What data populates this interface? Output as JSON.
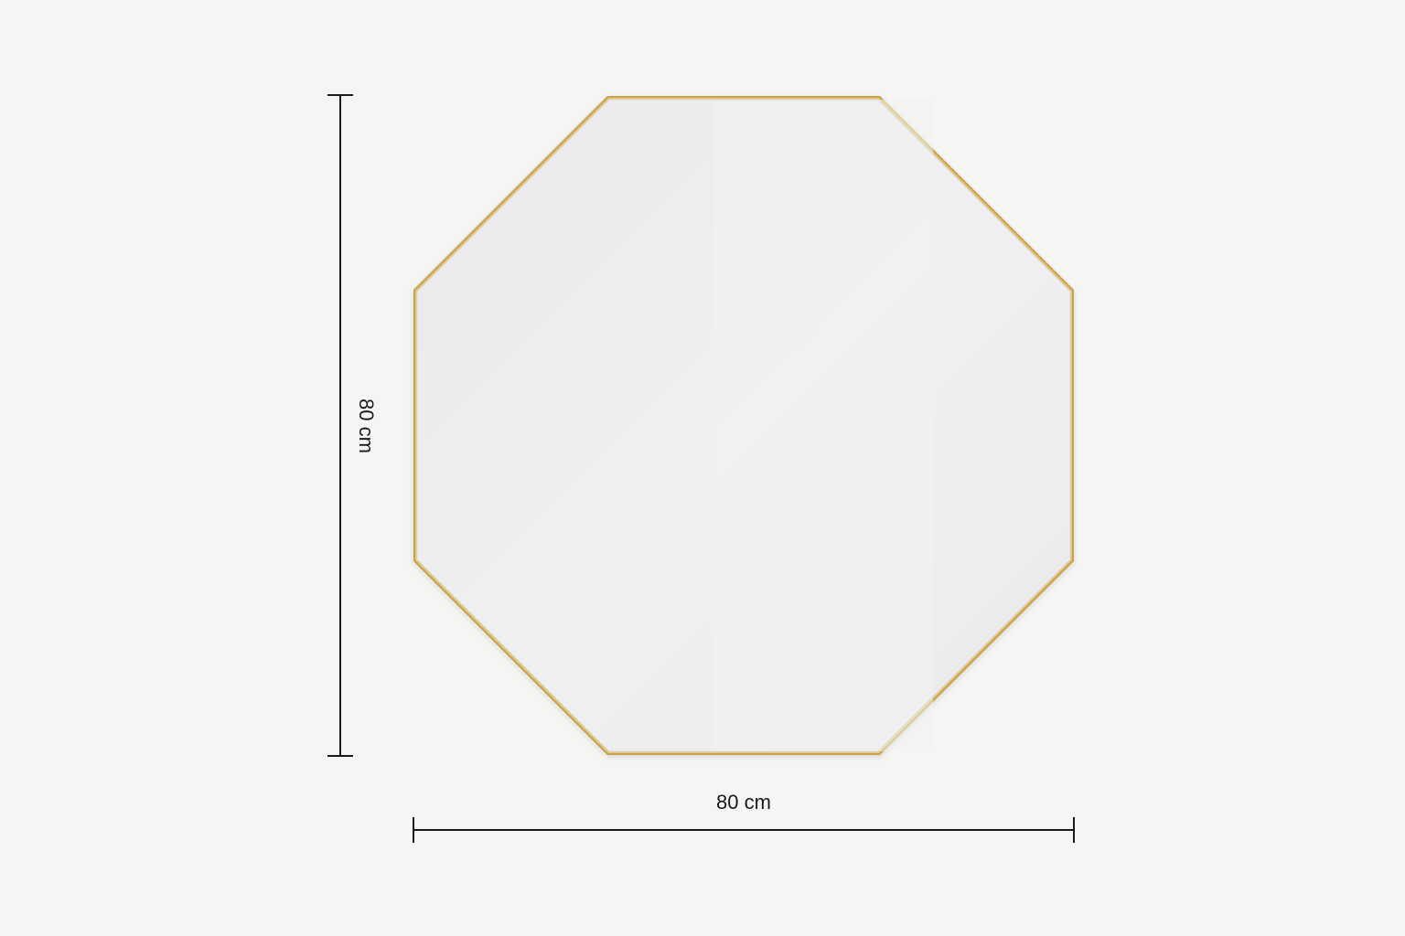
{
  "product": {
    "shape": "octagon",
    "frame_color": "#c9a24a",
    "glass_color": "#ededed"
  },
  "dimensions": {
    "width_label": "80 cm",
    "height_label": "80 cm",
    "line_color": "#1a1a1a"
  },
  "background_color": "#f5f5f3"
}
